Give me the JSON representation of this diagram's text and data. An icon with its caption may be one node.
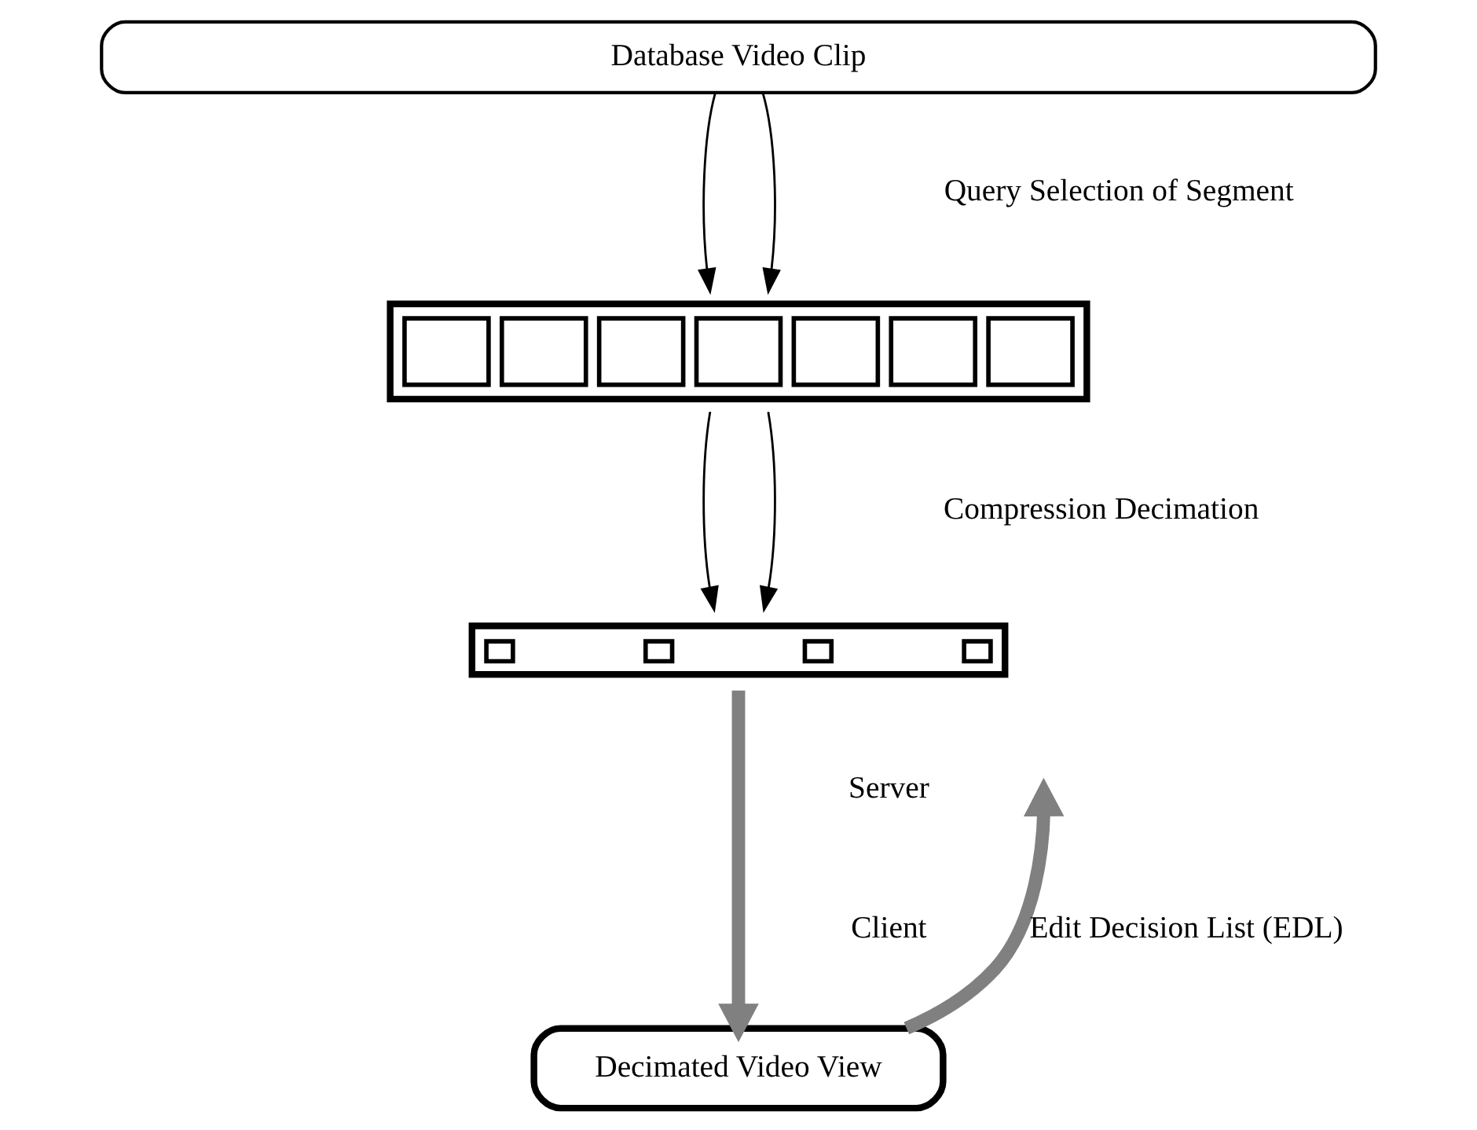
{
  "diagram": {
    "nodes": [
      {
        "text": [
          "Database Video Clip"
        ]
      },
      {
        "text": [],
        "shape": "box"
      },
      {
        "text": [],
        "shape": "box"
      },
      {
        "text": [
          "Decimated Video View"
        ]
      }
    ],
    "edges": [
      {
        "from": 0,
        "to": 1,
        "arrow": "to"
      },
      {
        "from": 0,
        "to": 1,
        "arrow": "to"
      },
      {
        "from": 1,
        "to": 2,
        "arrow": "to"
      },
      {
        "from": 1,
        "to": 2,
        "arrow": "to"
      },
      {
        "from": 2,
        "to": 3,
        "arrow": "to",
        "style": "thick",
        "color": "#808080"
      },
      {
        "from": 3,
        "to": null,
        "arrow": "to",
        "style": "thick",
        "color": "#808080",
        "label": "Edit Decision List (EDL)"
      }
    ],
    "labels": [
      "Query Selection of Segment",
      "Compression Decimation",
      "Server",
      "Client"
    ]
  }
}
